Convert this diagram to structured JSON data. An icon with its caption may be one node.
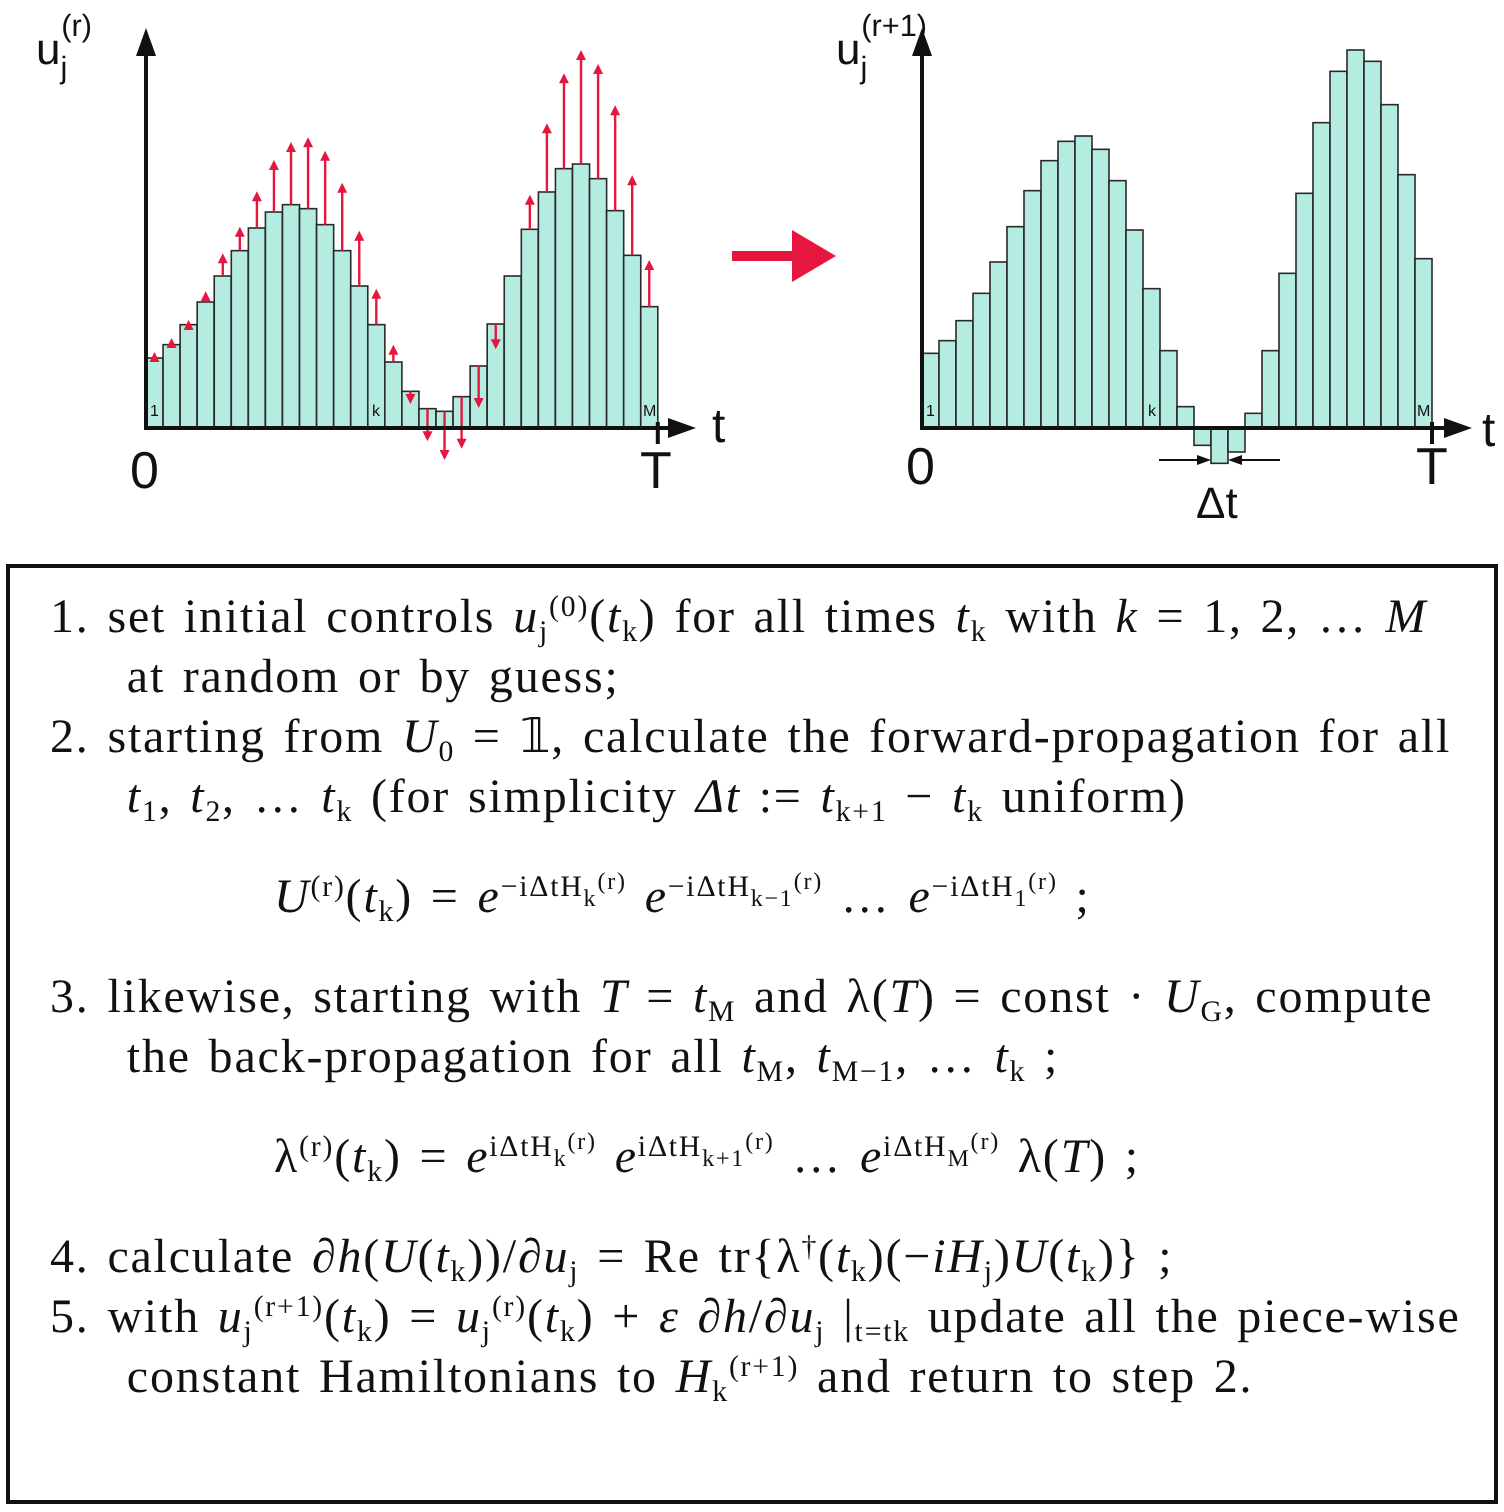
{
  "diagram": {
    "nodes": [
      {
        "text": [
          "u$_{j}$$^{(r)}$",
          "t",
          "0",
          "T",
          "1",
          "k",
          "M"
        ]
      },
      {
        "text": [
          "u$_{j}$$^{(r+1)}$",
          "t",
          "0",
          "T",
          "1",
          "k",
          "M",
          "Δt"
        ]
      },
      {
        "text": [
          "1. set initial controls *u*$_{j}$$^{(0)}$(*t*$_{k}$) for all times *t*$_{k}$ with *k* = 1, 2, … *M* at random or by guess;",
          "2. starting from *U*$_{0}$ = 𝟙, calculate the forward-propagation for all *t*$_{1}$, *t*$_{2}$, … *t*$_{k}$ (for simplicity *Δt* := *t*$_{k+1}$ − *t*$_{k}$ uniform)",
          "*U*$^{(r)}$(*t*$_{k}$) = *e*$^{−iΔtH}$$_{k}$$^{(r)}$ *e*$^{−iΔtH}$$_{k−1}$$^{(r)}$ … *e*$^{−iΔtH}$$_{1}$$^{(r)}$ ;",
          "3. likewise, starting with *T* = *t*$_{M}$ and λ(*T*) = const · *U*$_{G}$, compute the back-propagation for all *t*$_{M}$, *t*$_{M−1}$, … *t*$_{k}$ ;",
          "λ$^{(r)}$(*t*$_{k}$) = *e*$^{iΔtH}$$_{k}$$^{(r)}$ *e*$^{iΔtH}$$_{k+1}$$^{(r)}$ … *e*$^{iΔtH}$$_{M}$$^{(r)}$ λ(*T*) ;",
          "4. calculate ∂*h*(*U*(*t*$_{k}$))/∂*u*$_{j}$ = Re tr{λ$^{†}$(*t*$_{k}$)(−*iH*$_{j}$)*U*(*t*$_{k}$)} ;",
          "5. with *u*$_{j}$$^{(r+1)}$(*t*$_{k}$) = *u*$_{j}$$^{(r)}$(*t*$_{k}$) + *ε* ∂*h*/∂*u*$_{j}$ |$_{t=t}$$_{k}$ update all the piece-wise constant Hamiltonians to *H*$_{k}$$^{(r+1)}$ and return to step 2."
        ]
      }
    ],
    "edges": [
      {
        "from": 0,
        "to": 1,
        "arrow": "to"
      }
    ]
  }
}
